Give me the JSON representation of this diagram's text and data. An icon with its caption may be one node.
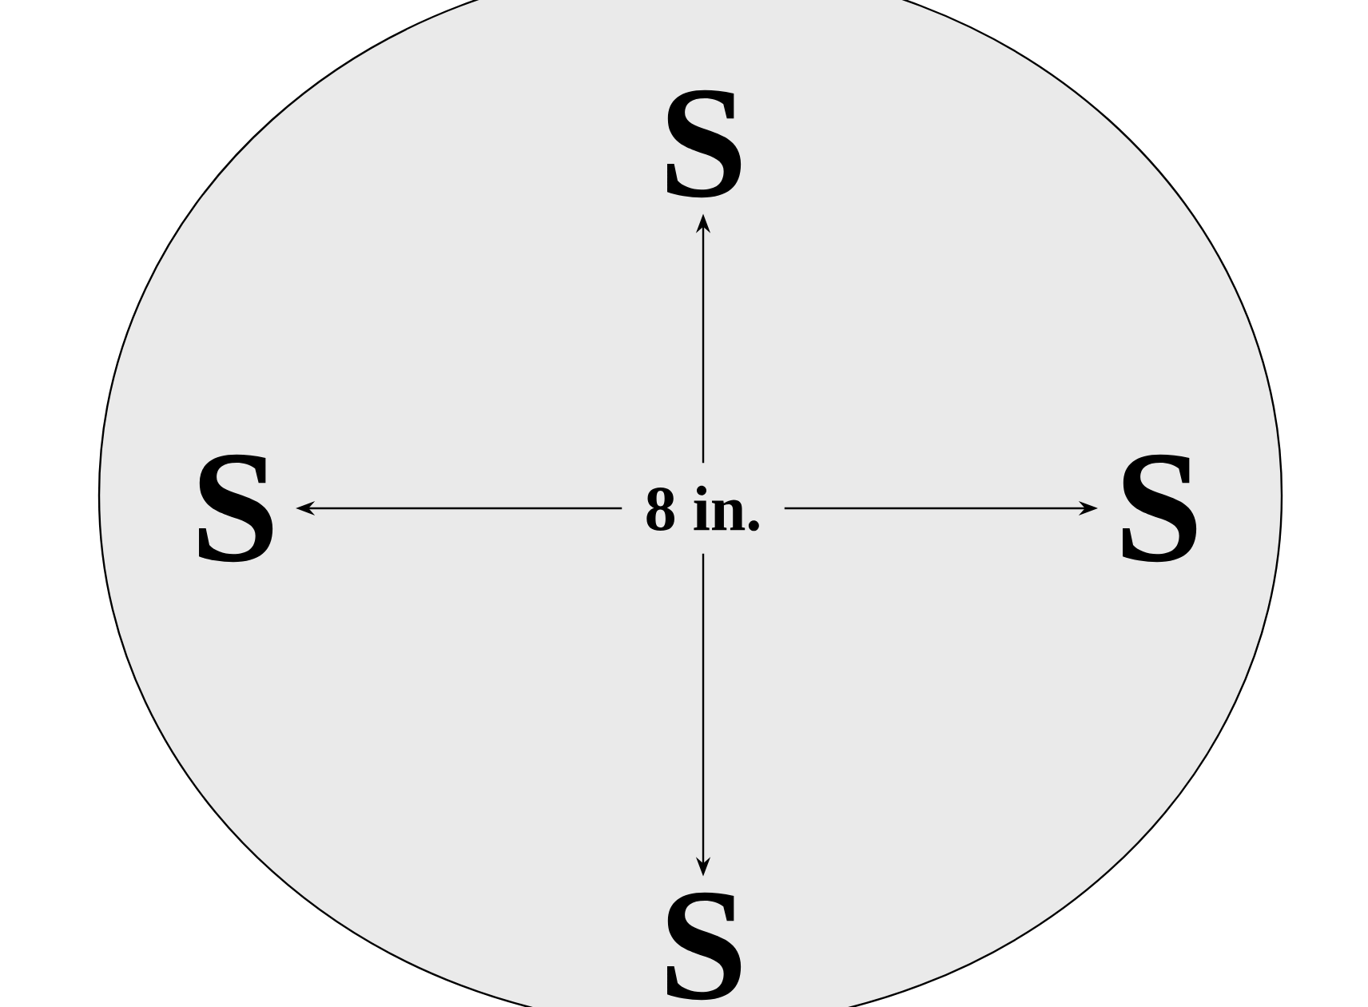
{
  "diagram": {
    "nodes": [
      {
        "text": [],
        "shape": "circle"
      },
      {
        "text": [
          "S"
        ],
        "in": 0
      },
      {
        "text": [
          "S"
        ],
        "in": 0
      },
      {
        "text": [
          "8 in."
        ],
        "in": 0
      },
      {
        "text": [
          "S"
        ],
        "in": 0
      },
      {
        "text": [
          "S"
        ],
        "in": 0
      }
    ],
    "edges": [
      {
        "from": 3,
        "to": 1,
        "arrow": "to"
      },
      {
        "from": 3,
        "to": 2,
        "arrow": "to"
      },
      {
        "from": 3,
        "to": 4,
        "arrow": "to"
      },
      {
        "from": 3,
        "to": 5,
        "arrow": "to"
      }
    ]
  }
}
